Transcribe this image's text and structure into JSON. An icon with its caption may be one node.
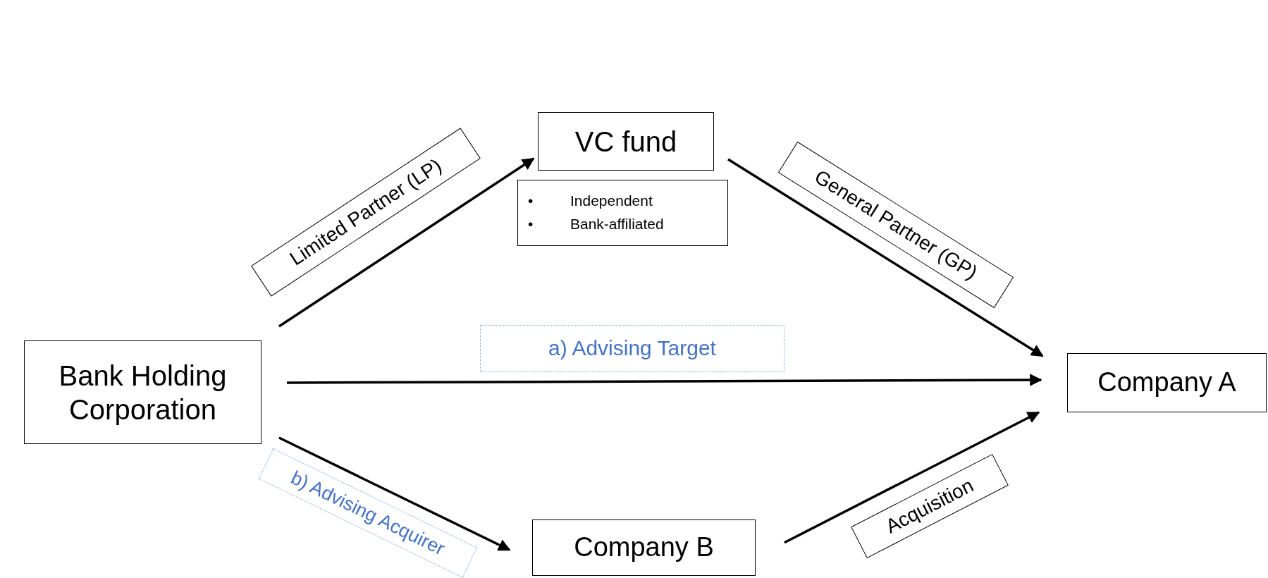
{
  "diagram": {
    "nodes": [
      {
        "text": [
          "Bank Holding Corporation"
        ]
      },
      {
        "text": [
          "VC fund"
        ]
      },
      {
        "text": [
          "•",
          "Independent",
          "•",
          "Bank-affiliated"
        ]
      },
      {
        "text": [
          "Company A"
        ]
      },
      {
        "text": [
          "Company B"
        ]
      }
    ],
    "edges": [
      {
        "from": 0,
        "to": 1,
        "arrow": "to",
        "label": "Limited Partner (LP)"
      },
      {
        "from": 1,
        "to": 3,
        "arrow": "to",
        "label": "General Partner (GP)"
      },
      {
        "from": 0,
        "to": 3,
        "arrow": "to",
        "label": "a) Advising Target"
      },
      {
        "from": 0,
        "to": 4,
        "arrow": "to",
        "label": "b) Advising Acquirer"
      },
      {
        "from": 4,
        "to": 3,
        "arrow": "to",
        "label": "Acquisition"
      }
    ]
  }
}
